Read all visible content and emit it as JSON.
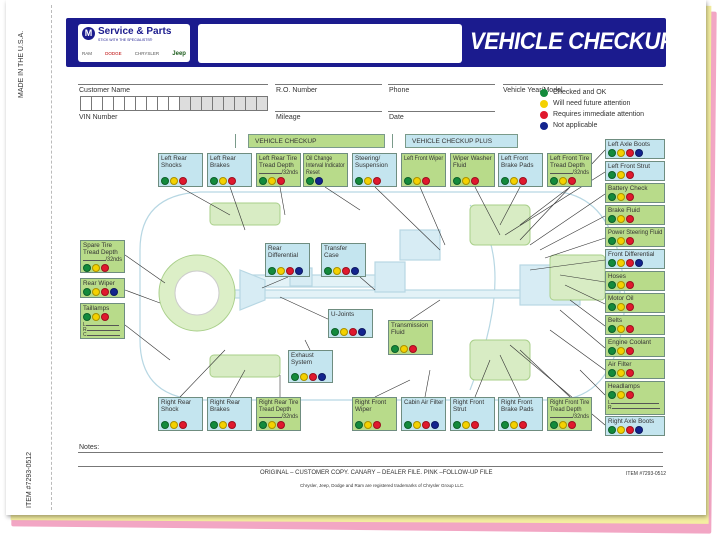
{
  "colors": {
    "header": "#1b1b8e",
    "g": "#138a3c",
    "y": "#f4d100",
    "r": "#e0182d",
    "b": "#13248e"
  },
  "side": {
    "made_in": "MADE IN THE U.S.A.",
    "item": "ITEM #7293-0512"
  },
  "header": {
    "brand": "Service & Parts",
    "tagline": "STICK WITH THE SPECIALISTS®",
    "brands": [
      "RAM",
      "DODGE",
      "CHRYSLER",
      "Jeep"
    ],
    "title": "VEHICLE CHECKUP"
  },
  "fields": {
    "customer_name": "Customer Name",
    "ro_number": "R.O. Number",
    "phone": "Phone",
    "vehicle": "Vehicle Year/Model",
    "vin": "VIN Number",
    "mileage": "Mileage",
    "date": "Date"
  },
  "legend": [
    {
      "c": "g",
      "label": "Checked and OK"
    },
    {
      "c": "y",
      "label": "Will need future attention"
    },
    {
      "c": "r",
      "label": "Requires immediate attention"
    },
    {
      "c": "b",
      "label": "Not applicable"
    }
  ],
  "checkups": {
    "basic": "VEHICLE CHECKUP",
    "plus": "VEHICLE CHECKUP PLUS"
  },
  "boxes": [
    {
      "id": "lrs",
      "label": "Left Rear\nShocks",
      "color": "blue",
      "dots": [
        "g",
        "y",
        "r"
      ]
    },
    {
      "id": "lrb",
      "label": "Left Rear\nBrakes",
      "color": "blue",
      "dots": [
        "g",
        "y",
        "r"
      ]
    },
    {
      "id": "lrt",
      "label": "Left Rear Tire\nTread Depth",
      "suffix": "/32nds",
      "color": "green",
      "dots": [
        "g",
        "y",
        "r"
      ]
    },
    {
      "id": "oil",
      "label": "Oil Change\nInterval Indicator\nReset",
      "color": "green",
      "dots": [
        "g",
        "b"
      ]
    },
    {
      "id": "ste",
      "label": "Steering/\nSuspension",
      "color": "blue",
      "dots": [
        "g",
        "y",
        "r"
      ]
    },
    {
      "id": "lfw",
      "label": "Left Front Wiper",
      "color": "green",
      "dots": [
        "g",
        "y",
        "r"
      ]
    },
    {
      "id": "wwf",
      "label": "Wiper Washer\nFluid",
      "color": "green",
      "dots": [
        "g",
        "y",
        "r"
      ]
    },
    {
      "id": "lfb",
      "label": "Left Front\nBrake Pads",
      "color": "blue",
      "dots": [
        "g",
        "y",
        "r"
      ]
    },
    {
      "id": "lft",
      "label": "Left Front Tire\nTread Depth",
      "suffix": "/32nds",
      "color": "green",
      "dots": [
        "g",
        "y",
        "r"
      ]
    },
    {
      "id": "lab",
      "label": "Left Axle Boots",
      "color": "blue",
      "dots": [
        "g",
        "y",
        "r",
        "b"
      ]
    },
    {
      "id": "lfs",
      "label": "Left Front Strut",
      "color": "blue",
      "dots": [
        "g",
        "y",
        "r"
      ]
    },
    {
      "id": "bat",
      "label": "Battery Check",
      "color": "green",
      "dots": [
        "g",
        "y",
        "r"
      ]
    },
    {
      "id": "brf",
      "label": "Brake Fluid",
      "color": "green",
      "dots": [
        "g",
        "y",
        "r"
      ]
    },
    {
      "id": "psf",
      "label": "Power Steering Fluid",
      "color": "green",
      "dots": [
        "g",
        "y",
        "r"
      ]
    },
    {
      "id": "fdi",
      "label": "Front Differential",
      "color": "blue",
      "dots": [
        "g",
        "y",
        "r",
        "b"
      ]
    },
    {
      "id": "hos",
      "label": "Hoses",
      "color": "green",
      "dots": [
        "g",
        "y",
        "r"
      ]
    },
    {
      "id": "mot",
      "label": "Motor Oil",
      "color": "green",
      "dots": [
        "g",
        "y",
        "r"
      ]
    },
    {
      "id": "blt",
      "label": "Belts",
      "color": "green",
      "dots": [
        "g",
        "y",
        "r"
      ]
    },
    {
      "id": "eng",
      "label": "Engine Coolant",
      "color": "green",
      "dots": [
        "g",
        "y",
        "r"
      ]
    },
    {
      "id": "air",
      "label": "Air Filter",
      "color": "green",
      "dots": [
        "g",
        "y",
        "r"
      ]
    },
    {
      "id": "hdl",
      "label": "Headlamps",
      "color": "green",
      "dots": [
        "g",
        "y",
        "r"
      ],
      "lines": [
        "L",
        "R"
      ]
    },
    {
      "id": "rab",
      "label": "Right Axle Boots",
      "color": "blue",
      "dots": [
        "g",
        "y",
        "r",
        "b"
      ]
    },
    {
      "id": "spr",
      "label": "Spare Tire\nTread Depth",
      "suffix": "/32nds",
      "color": "green",
      "dots": [
        "g",
        "y",
        "r"
      ]
    },
    {
      "id": "rwi",
      "label": "Rear Wiper",
      "color": "green",
      "dots": [
        "g",
        "y",
        "r",
        "b"
      ]
    },
    {
      "id": "tai",
      "label": "Taillamps",
      "color": "green",
      "dots": [
        "g",
        "y",
        "r"
      ],
      "lines": [
        "L",
        "R",
        "C"
      ]
    },
    {
      "id": "rdi",
      "label": "Rear\nDifferential",
      "color": "blue",
      "dots": [
        "g",
        "y",
        "r",
        "b"
      ]
    },
    {
      "id": "trc",
      "label": "Transfer\nCase",
      "color": "blue",
      "dots": [
        "g",
        "y",
        "r",
        "b"
      ]
    },
    {
      "id": "uj",
      "label": "U-Joints",
      "color": "blue",
      "dots": [
        "g",
        "y",
        "r",
        "b"
      ]
    },
    {
      "id": "trf",
      "label": "Transmission\nFluid",
      "color": "green",
      "dots": [
        "g",
        "y",
        "r"
      ]
    },
    {
      "id": "exh",
      "label": "Exhaust\nSystem",
      "color": "blue",
      "dots": [
        "g",
        "y",
        "r",
        "b"
      ]
    },
    {
      "id": "rrs",
      "label": "Right Rear\nShock",
      "color": "blue",
      "dots": [
        "g",
        "y",
        "r"
      ]
    },
    {
      "id": "rrb",
      "label": "Right Rear\nBrakes",
      "color": "blue",
      "dots": [
        "g",
        "y",
        "r"
      ]
    },
    {
      "id": "rrt",
      "label": "Right Rear Tire\nTread Depth",
      "suffix": "/32nds",
      "color": "green",
      "dots": [
        "g",
        "y",
        "r"
      ]
    },
    {
      "id": "rfw",
      "label": "Right Front\nWiper",
      "color": "green",
      "dots": [
        "g",
        "y",
        "r"
      ]
    },
    {
      "id": "caf",
      "label": "Cabin Air Filter",
      "color": "blue",
      "dots": [
        "g",
        "y",
        "r",
        "b"
      ]
    },
    {
      "id": "rfs",
      "label": "Right Front\nStrut",
      "color": "blue",
      "dots": [
        "g",
        "y",
        "r"
      ]
    },
    {
      "id": "rfb",
      "label": "Right Front\nBrake Pads",
      "color": "blue",
      "dots": [
        "g",
        "y",
        "r"
      ]
    },
    {
      "id": "rft",
      "label": "Right Front Tire\nTread Depth",
      "suffix": "/32nds",
      "color": "green",
      "dots": [
        "g",
        "y",
        "r"
      ]
    }
  ],
  "footer": {
    "notes": "Notes:",
    "copies": "ORIGINAL – CUSTOMER COPY.      CANARY – DEALER FILE.      PINK –FOLLOW-UP FILE",
    "item": "ITEM #7293-0512",
    "trademark": "Chrysler, Jeep, Dodge and Ram are registered trademarks of Chrysler Group LLC."
  }
}
